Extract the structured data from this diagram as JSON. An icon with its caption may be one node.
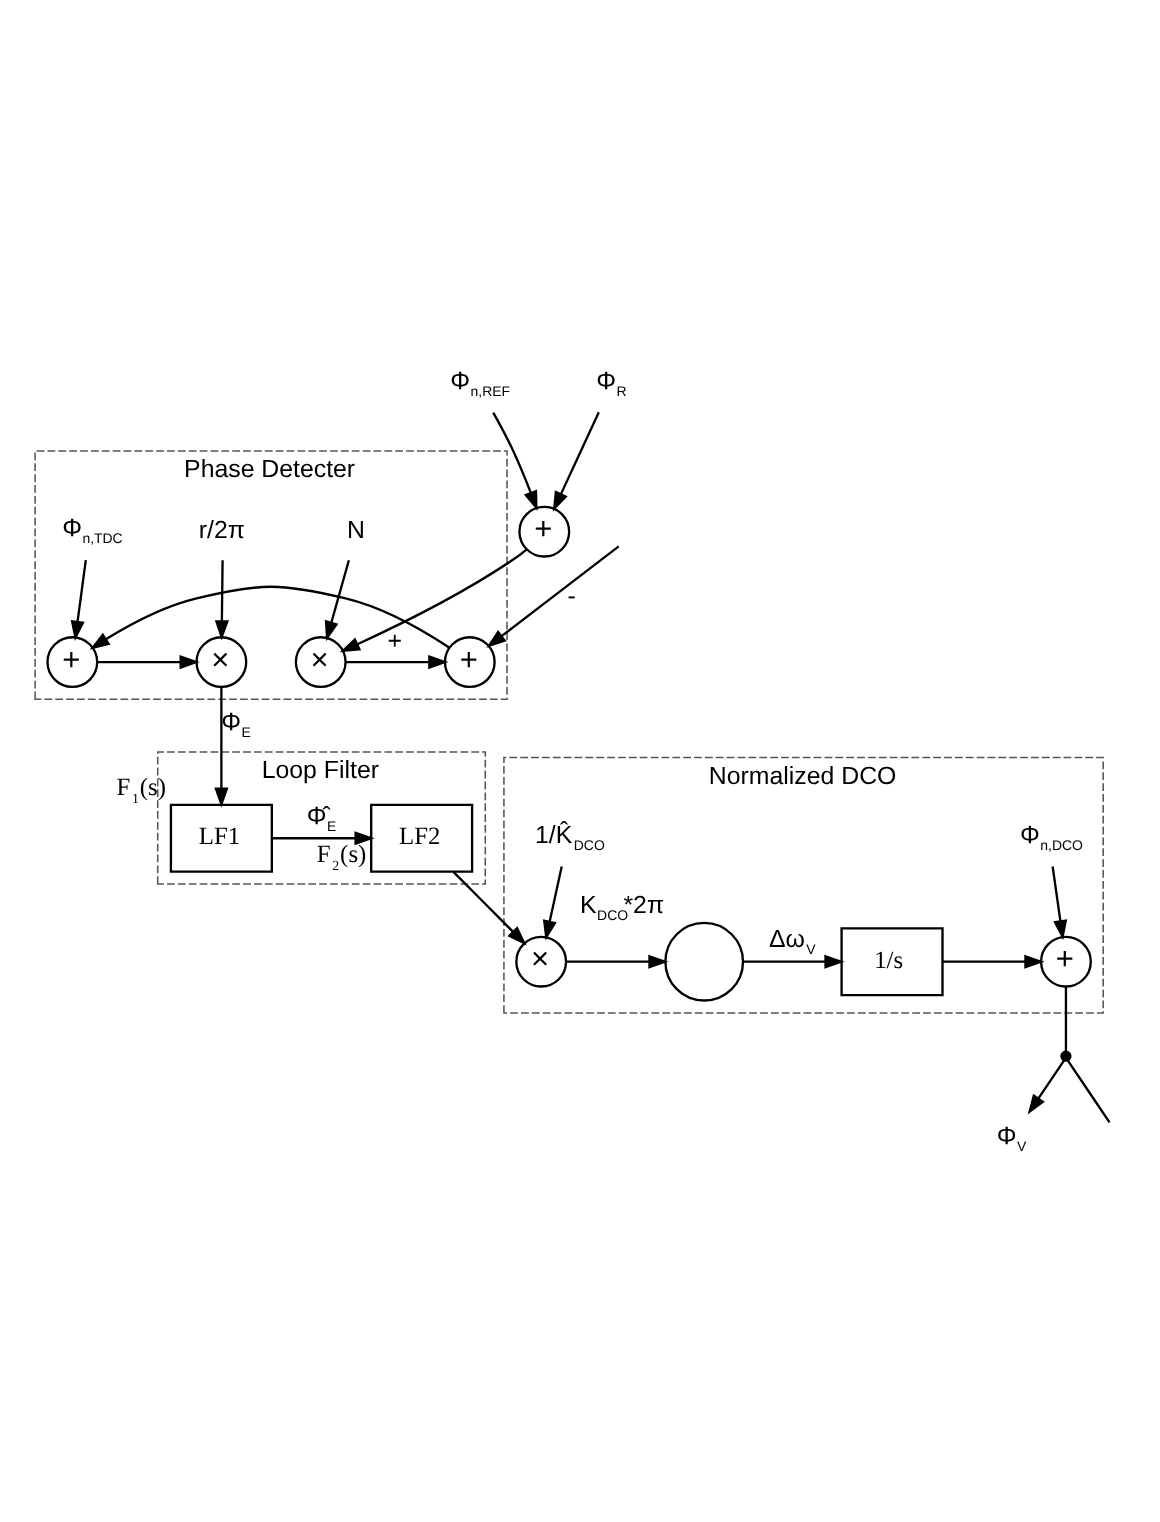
{
  "diagram": {
    "nodes": [
      {
        "text": [
          "Phase Detecter"
        ]
      },
      {
        "text": [
          "Φ$_{n,REF}$"
        ]
      },
      {
        "text": [
          "N"
        ],
        "in": 0
      },
      {
        "text": [
          "Φ$_{n,TDC}$"
        ],
        "in": 0
      },
      {
        "text": [
          "r/2π"
        ],
        "in": 0
      },
      {
        "text": [
          "Φ$_{R}$"
        ]
      },
      {
        "text": [
          "+"
        ]
      },
      {
        "text": [
          "×"
        ],
        "in": 0
      },
      {
        "text": [
          "+"
        ],
        "in": 0
      },
      {
        "text": [
          "+"
        ],
        "in": 0
      },
      {
        "text": [
          "×"
        ],
        "in": 0
      },
      {
        "text": [
          "Loop Filter"
        ]
      },
      {
        "text": [
          "LF1"
        ],
        "in": 11,
        "beside": [
          "F$_{1}$(s)"
        ]
      },
      {
        "text": [
          "LF2"
        ],
        "in": 11,
        "beside": [
          "F$_{2}$(s)"
        ]
      },
      {
        "text": [
          "Normalized DCO"
        ]
      },
      {
        "text": [
          "1/K̂$_{DCO}$"
        ],
        "in": 14
      },
      {
        "text": [
          "Φ$_{n,DCO}$"
        ],
        "in": 14
      },
      {
        "text": [
          "×"
        ],
        "in": 14
      },
      {
        "text": [],
        "shape": "circle",
        "in": 14,
        "beside": [
          "K$_{DCO}$*2π"
        ]
      },
      {
        "text": [
          "1/s"
        ],
        "in": 14
      },
      {
        "text": [
          "+"
        ],
        "in": 14
      },
      {
        "text": [],
        "shape": "dot"
      },
      {
        "text": [
          "Φ$_{V}$"
        ]
      }
    ],
    "edges": [
      {
        "from": 5,
        "to": 6,
        "arrow": "to"
      },
      {
        "from": 1,
        "to": 6,
        "arrow": "to"
      },
      {
        "from": 6,
        "to": 7,
        "arrow": "to"
      },
      {
        "from": 2,
        "to": 7,
        "arrow": "to"
      },
      {
        "from": 7,
        "to": 8,
        "arrow": "to",
        "label": "+"
      },
      {
        "from": 8,
        "to": 9,
        "arrow": "to"
      },
      {
        "from": 3,
        "to": 9,
        "arrow": "to"
      },
      {
        "from": 9,
        "to": 10,
        "arrow": "to"
      },
      {
        "from": 4,
        "to": 10,
        "arrow": "to"
      },
      {
        "from": 10,
        "to": 12,
        "arrow": "to",
        "label": "Φ$_{E}$"
      },
      {
        "from": 12,
        "to": 13,
        "arrow": "to",
        "label": "Φ̂$_{E}$"
      },
      {
        "from": 13,
        "to": 17,
        "arrow": "to"
      },
      {
        "from": 15,
        "to": 17,
        "arrow": "to"
      },
      {
        "from": 17,
        "to": 18,
        "arrow": "to"
      },
      {
        "from": 18,
        "to": 19,
        "arrow": "to",
        "label": "Δω$_{V}$"
      },
      {
        "from": 19,
        "to": 20,
        "arrow": "to"
      },
      {
        "from": 16,
        "to": 20,
        "arrow": "to"
      },
      {
        "from": 20,
        "to": 21,
        "arrow": "none"
      },
      {
        "from": 21,
        "to": 22,
        "arrow": "to"
      },
      {
        "from": 21,
        "to": null,
        "arrow": "none"
      },
      {
        "from": null,
        "to": 8,
        "arrow": "to",
        "label": "-"
      }
    ]
  }
}
